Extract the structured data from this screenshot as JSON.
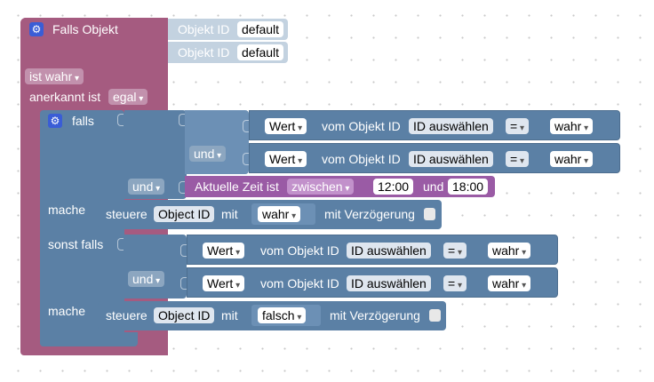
{
  "trigger": {
    "title": "Falls Objekt",
    "object_id_label": "Objekt ID",
    "object_id_value_1": "default",
    "object_id_value_2": "default",
    "condition": "ist wahr",
    "ack_label": "anerkannt ist",
    "ack_value": "egal"
  },
  "if_block": {
    "falls_label": "falls",
    "mache_label": "mache",
    "sonst_falls_label": "sonst falls",
    "mache_label_2": "mache"
  },
  "cond1": {
    "and_1": "und",
    "and_2": "und",
    "row1": {
      "value_label": "Wert",
      "middle": "vom Objekt ID",
      "id": "ID auswählen",
      "op": "=",
      "val": "wahr"
    },
    "row2": {
      "value_label": "Wert",
      "middle": "vom Objekt ID",
      "id": "ID auswählen",
      "op": "=",
      "val": "wahr"
    },
    "time": {
      "label": "Aktuelle Zeit ist",
      "mode": "zwischen",
      "from": "12:00",
      "and": "und",
      "to": "18:00"
    }
  },
  "action1": {
    "label": "steuere",
    "object": "Object ID",
    "mit": "mit",
    "value": "wahr",
    "delay": "mit Verzögerung"
  },
  "cond2": {
    "and": "und",
    "row1": {
      "value_label": "Wert",
      "middle": "vom Objekt ID",
      "id": "ID auswählen",
      "op": "=",
      "val": "wahr"
    },
    "row2": {
      "value_label": "Wert",
      "middle": "vom Objekt ID",
      "id": "ID auswählen",
      "op": "=",
      "val": "wahr"
    }
  },
  "action2": {
    "label": "steuere",
    "object": "Object ID",
    "mit": "mit",
    "value": "falsch",
    "delay": "mit Verzögerung"
  },
  "colors": {
    "trigger": "#a55b80",
    "logic": "#5b80a5",
    "time": "#9a5ba5",
    "gear": "#3a5dd6",
    "object_id": "#c3d2e0"
  },
  "icons": {
    "settings": "gear-icon"
  }
}
